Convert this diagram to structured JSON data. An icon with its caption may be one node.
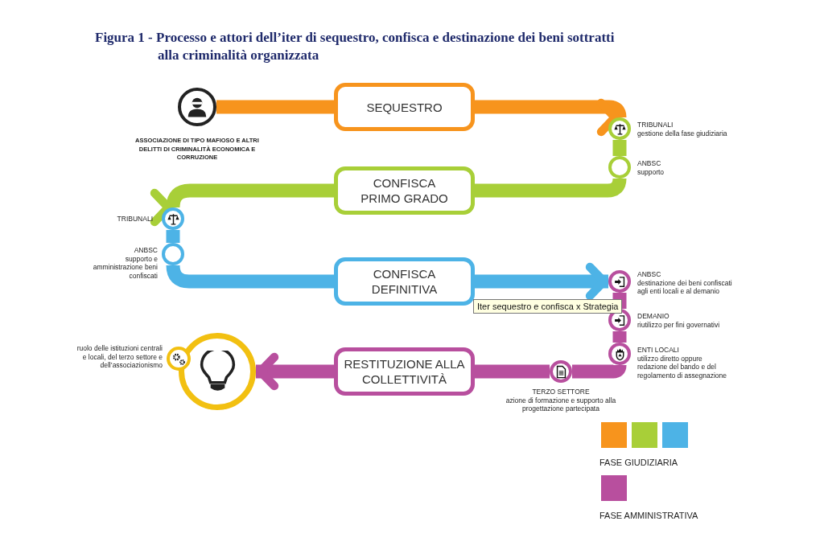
{
  "diagram": {
    "title": "Figura 1 - Processo e attori dell’iter di sequestro, confisca e destinazione dei beni sottratti alla criminalità organizzata",
    "nodes": [
      {
        "text": [],
        "shape": "circle",
        "beside": [
          "ASSOCIAZIONE DI TIPO MAFIOSO E ALTRI DELITTI DI CRIMINALITÀ ECONOMICA E CORRUZIONE"
        ]
      },
      {
        "text": [
          "SEQUESTRO"
        ]
      },
      {
        "text": [
          "CONFISCA PRIMO GRADO"
        ]
      },
      {
        "text": [
          "CONFISCA DEFINITIVA"
        ]
      },
      {
        "text": [
          "RESTITUZIONE ALLA COLLETTIVITÀ"
        ]
      },
      {
        "text": [],
        "shape": "circle"
      },
      {
        "text": [],
        "shape": "circle",
        "beside": [
          "TRIBUNALI",
          "gestione della fase giudiziaria"
        ]
      },
      {
        "text": [],
        "shape": "circle",
        "beside": [
          "ANBSC",
          "supporto"
        ]
      },
      {
        "text": [],
        "shape": "circle",
        "beside": [
          "TRIBUNALI"
        ]
      },
      {
        "text": [],
        "shape": "circle",
        "beside": [
          "ANBSC",
          "supporto e amministrazione beni confiscati"
        ]
      },
      {
        "text": [],
        "shape": "circle",
        "beside": [
          "ANBSC",
          "destinazione dei beni confiscati agli enti locali e al demanio"
        ]
      },
      {
        "text": [],
        "shape": "circle",
        "beside": [
          "DEMANIO",
          "riutilizzo per fini governativi"
        ]
      },
      {
        "text": [],
        "shape": "circle",
        "beside": [
          "ENTI LOCALI",
          "utilizzo diretto oppure redazione del bando e del regolamento di assegnazione"
        ]
      },
      {
        "text": [],
        "shape": "circle",
        "beside": [
          "TERZO SETTORE",
          "azione di formazione e supporto alla progettazione partecipata"
        ]
      },
      {
        "text": [],
        "shape": "circle",
        "beside": [
          "ruolo delle istituzioni centrali e locali, del terzo settore e dell’associazionismo"
        ]
      }
    ],
    "edges": [
      {
        "from": 0,
        "to": 1,
        "arrow": "none",
        "color": "#f7941d"
      },
      {
        "from": 1,
        "to": 6,
        "arrow": "to",
        "color": "#f7941d"
      },
      {
        "from": 6,
        "to": 7,
        "arrow": "none",
        "color": "#a8cf38"
      },
      {
        "from": 7,
        "to": 2,
        "arrow": "none",
        "color": "#a8cf38"
      },
      {
        "from": 2,
        "to": 8,
        "arrow": "to",
        "color": "#a8cf38"
      },
      {
        "from": 8,
        "to": 9,
        "arrow": "none",
        "color": "#4db3e6"
      },
      {
        "from": 9,
        "to": 3,
        "arrow": "none",
        "color": "#4db3e6"
      },
      {
        "from": 3,
        "to": 10,
        "arrow": "to",
        "color": "#4db3e6"
      },
      {
        "from": 10,
        "to": 11,
        "arrow": "none",
        "color": "#b84f9e"
      },
      {
        "from": 11,
        "to": 12,
        "arrow": "none",
        "color": "#b84f9e"
      },
      {
        "from": 12,
        "to": 13,
        "arrow": "none",
        "color": "#b84f9e"
      },
      {
        "from": 13,
        "to": 4,
        "arrow": "none",
        "color": "#b84f9e"
      },
      {
        "from": 4,
        "to": 5,
        "arrow": "to",
        "color": "#b84f9e"
      }
    ],
    "labels": [
      "Iter sequestro e confisca x Strategia"
    ],
    "legend": [
      {
        "text": "FASE GIUDIZIARIA",
        "color": "#f7941d"
      },
      {
        "text": "FASE AMMINISTRATIVA",
        "color": "#b84f9e"
      }
    ]
  }
}
